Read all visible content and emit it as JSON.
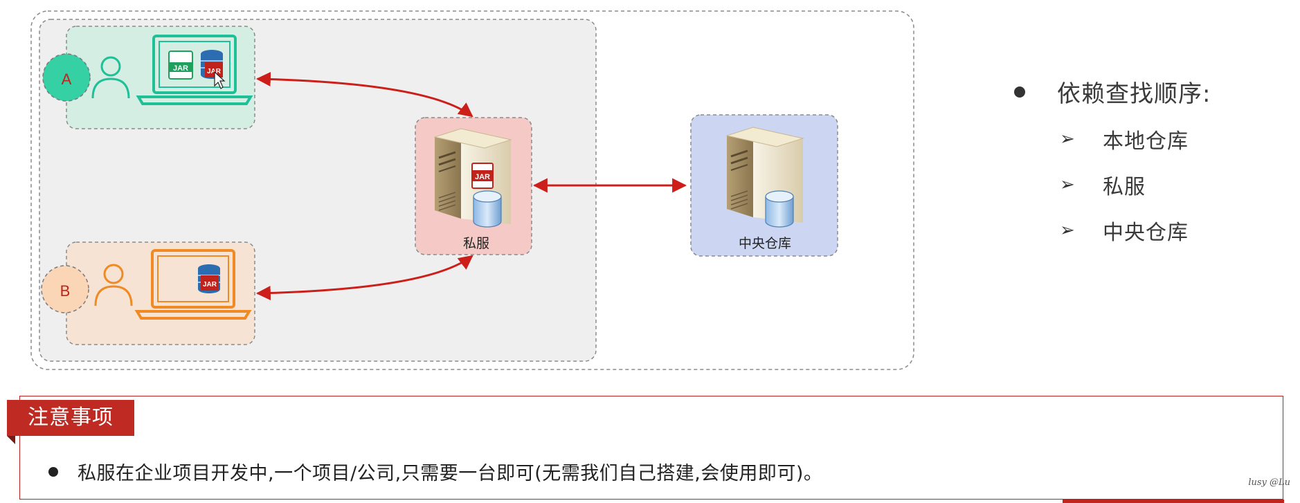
{
  "diagram": {
    "user_a_label": "A",
    "user_b_label": "B",
    "jar_label": "JAR",
    "private_server_label": "私服",
    "central_repo_label": "中央仓库"
  },
  "sidebar": {
    "heading": "依赖查找顺序:",
    "items": [
      "本地仓库",
      "私服",
      "中央仓库"
    ]
  },
  "note": {
    "title": "注意事项",
    "text": "私服在企业项目开发中,一个项目/公司,只需要一台即可(无需我们自己搭建,会使用即可)。"
  },
  "watermark": "lusy @Lu",
  "colors": {
    "arrow": "#cc1f1a",
    "user_a_bg": "#d4eee4",
    "user_a_accent": "#1fbf98",
    "user_b_bg": "#f6e3d4",
    "user_b_accent": "#f08a24",
    "private_server_bg": "#f5c9c6",
    "central_repo_bg": "#ccd6f2",
    "note_red": "#bf2b22"
  }
}
